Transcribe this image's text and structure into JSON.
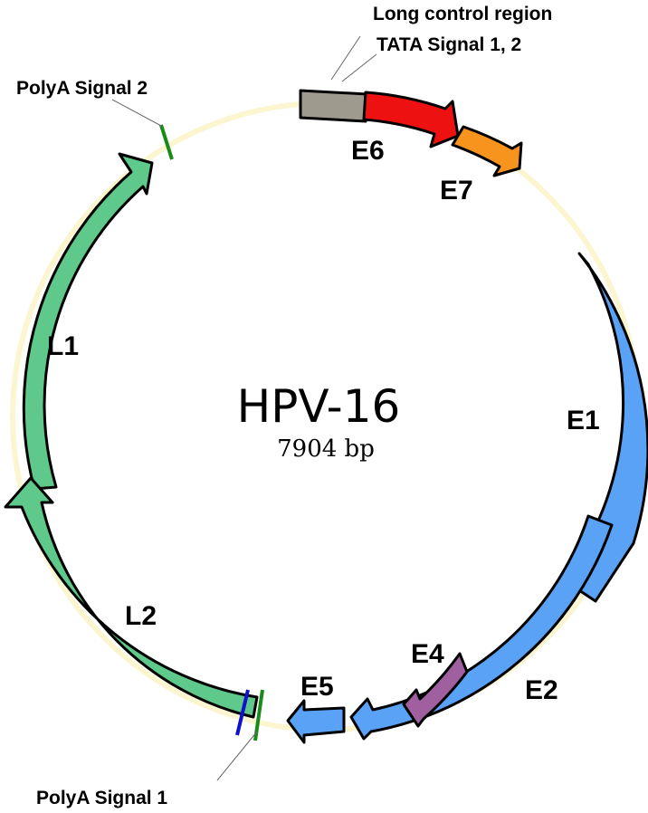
{
  "map": {
    "title": "HPV-16",
    "subtitle": "7904 bp"
  },
  "genes": {
    "e6": "E6",
    "e7": "E7",
    "e1": "E1",
    "e2": "E2",
    "e4": "E4",
    "e5": "E5",
    "l1": "L1",
    "l2": "L2"
  },
  "annotations": {
    "lcr": "Long control region",
    "tata": "TATA Signal 1, 2",
    "polya2": "PolyA Signal 2",
    "polya1": "PolyA Signal 1"
  },
  "colors": {
    "backbone": "#fbf6cf",
    "lcr": "#9e9a8e",
    "e6": "#ee1111",
    "e7": "#f7941d",
    "early": "#5aa2f5",
    "e4": "#a0609f",
    "late": "#5ec98a",
    "polya1_marker": "#1a8a1a",
    "polya2_marker": "#1a8a1a",
    "blue_marker": "#1010d0"
  }
}
